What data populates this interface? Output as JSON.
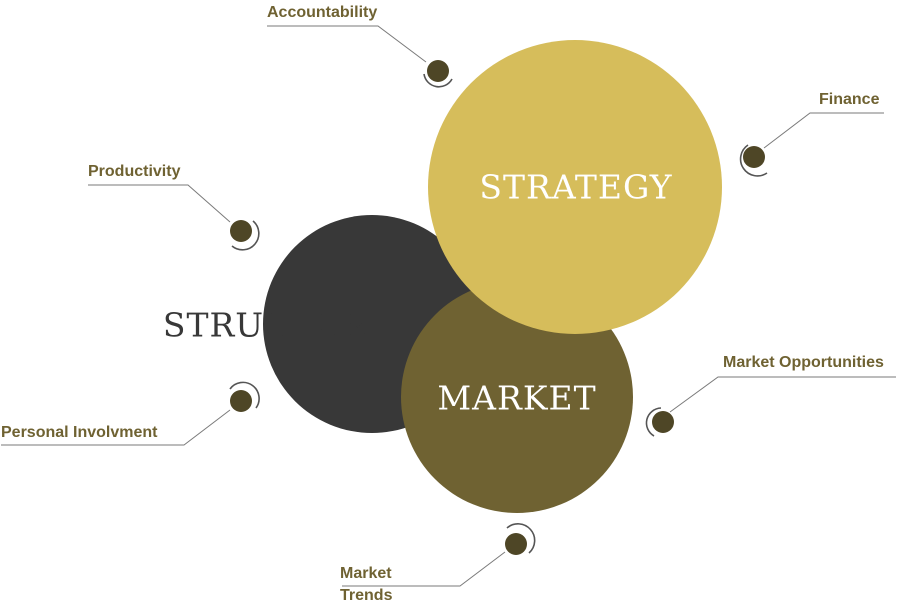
{
  "colors": {
    "structure": "#383838",
    "strategy": "#d6bd5b",
    "market": "#6f6232",
    "callout_text": "#6f6232",
    "callout_line": "#7a7a7a",
    "dot": "#4e4626",
    "dot_ring": "#555555",
    "label_light": "#ffffff",
    "label_dark": "#383838"
  },
  "circles": {
    "structure": {
      "label": "STRUCTURE"
    },
    "strategy": {
      "label": "STRATEGY"
    },
    "market": {
      "label": "MARKET"
    }
  },
  "callouts": {
    "accountability": {
      "label": "Accountability"
    },
    "finance": {
      "label": "Finance"
    },
    "productivity": {
      "label": "Productivity"
    },
    "market_opportunities": {
      "label": "Market Opportunities"
    },
    "personal_involvment": {
      "label": "Personal Involvment"
    },
    "market_trends": {
      "line1": "Market",
      "line2": "Trends"
    }
  }
}
